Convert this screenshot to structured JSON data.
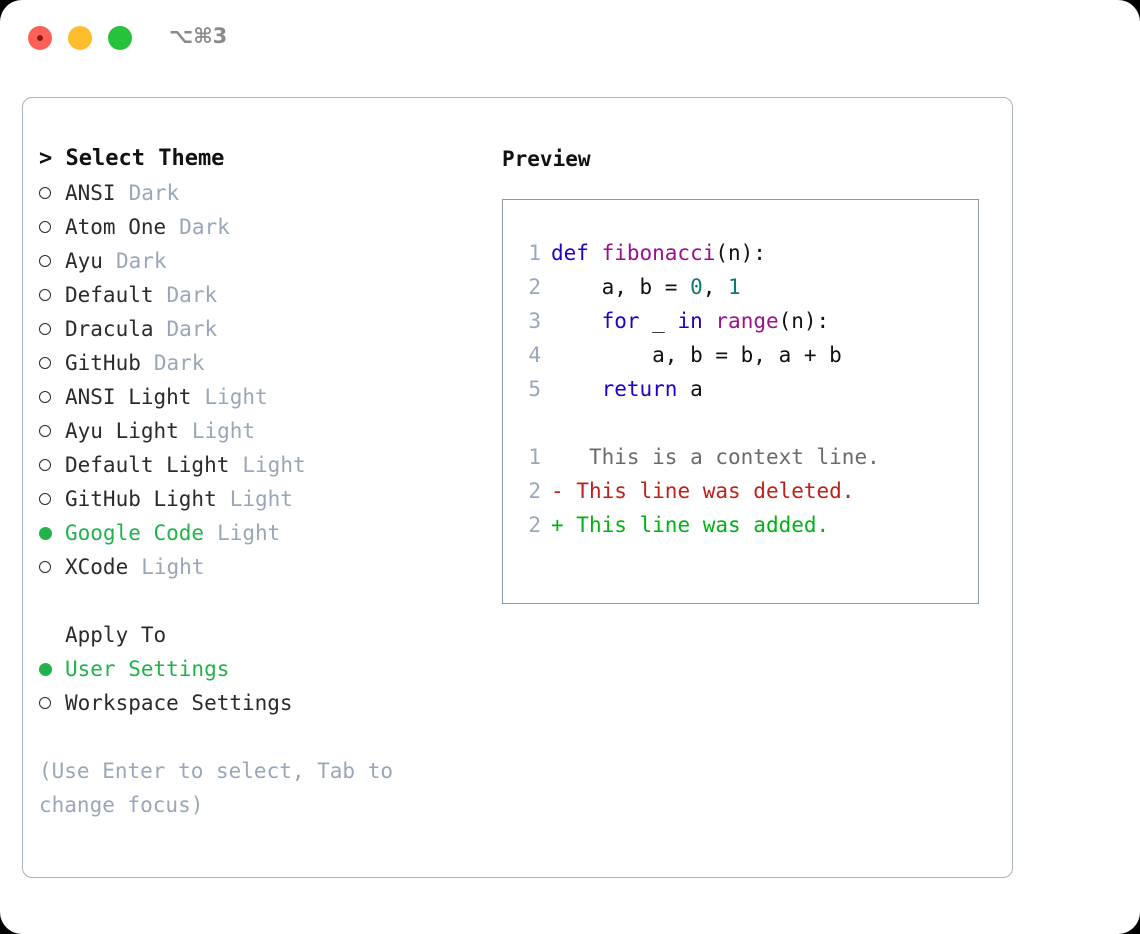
{
  "titlebar": {
    "shortcut": "⌥⌘3",
    "lights": [
      {
        "name": "close",
        "color": "#ff6159"
      },
      {
        "name": "minimize",
        "color": "#ffbd2e"
      },
      {
        "name": "zoom",
        "color": "#24c33b"
      }
    ]
  },
  "theme_picker": {
    "header": "> Select Theme",
    "items": [
      {
        "marker": "o",
        "label": "ANSI",
        "tag": "Dark",
        "selected": false
      },
      {
        "marker": "o",
        "label": "Atom One",
        "tag": "Dark",
        "selected": false
      },
      {
        "marker": "o",
        "label": "Ayu",
        "tag": "Dark",
        "selected": false
      },
      {
        "marker": "o",
        "label": "Default",
        "tag": "Dark",
        "selected": false
      },
      {
        "marker": "o",
        "label": "Dracula",
        "tag": "Dark",
        "selected": false
      },
      {
        "marker": "o",
        "label": "GitHub",
        "tag": "Dark",
        "selected": false
      },
      {
        "marker": "o",
        "label": "ANSI Light",
        "tag": "Light",
        "selected": false
      },
      {
        "marker": "o",
        "label": "Ayu Light",
        "tag": "Light",
        "selected": false
      },
      {
        "marker": "o",
        "label": "Default Light",
        "tag": "Light",
        "selected": false
      },
      {
        "marker": "o",
        "label": "GitHub Light",
        "tag": "Light",
        "selected": false
      },
      {
        "marker": "●",
        "label": "Google Code",
        "tag": "Light",
        "selected": true
      },
      {
        "marker": "o",
        "label": "XCode",
        "tag": "Light",
        "selected": false
      }
    ]
  },
  "apply_to": {
    "header": "Apply To",
    "items": [
      {
        "marker": "●",
        "label": "User Settings",
        "selected": true
      },
      {
        "marker": "o",
        "label": "Workspace Settings",
        "selected": false
      }
    ]
  },
  "hint": "(Use Enter to select, Tab to change focus)",
  "preview": {
    "title": "Preview",
    "code_lines": [
      {
        "n": "1",
        "tokens": [
          {
            "t": "def ",
            "k": "kw"
          },
          {
            "t": "fibonacci",
            "k": "fn"
          },
          {
            "t": "(n):",
            "k": "pun"
          }
        ]
      },
      {
        "n": "2",
        "tokens": [
          {
            "t": "    a, b = ",
            "k": "txt"
          },
          {
            "t": "0",
            "k": "num"
          },
          {
            "t": ", ",
            "k": "txt"
          },
          {
            "t": "1",
            "k": "num"
          }
        ]
      },
      {
        "n": "3",
        "tokens": [
          {
            "t": "    ",
            "k": "txt"
          },
          {
            "t": "for",
            "k": "kw"
          },
          {
            "t": " _ ",
            "k": "txt"
          },
          {
            "t": "in",
            "k": "kw"
          },
          {
            "t": " ",
            "k": "txt"
          },
          {
            "t": "range",
            "k": "fn"
          },
          {
            "t": "(n):",
            "k": "pun"
          }
        ]
      },
      {
        "n": "4",
        "tokens": [
          {
            "t": "        a, b = b, a + b",
            "k": "txt"
          }
        ]
      },
      {
        "n": "5",
        "tokens": [
          {
            "t": "    ",
            "k": "txt"
          },
          {
            "t": "return",
            "k": "kw"
          },
          {
            "t": " a",
            "k": "txt"
          }
        ]
      }
    ],
    "diff_lines": [
      {
        "n": "1",
        "sign": " ",
        "text": "  This is a context line.",
        "kind": "ctx"
      },
      {
        "n": "2",
        "sign": "-",
        "text": " This line was deleted.",
        "kind": "del"
      },
      {
        "n": "2",
        "sign": "+",
        "text": " This line was added.",
        "kind": "add"
      }
    ]
  },
  "colors": {
    "accent_green": "#22b24c",
    "muted": "#9aa7b8",
    "keyword": "#2200cc",
    "function": "#9b0f91",
    "number": "#0b7b74",
    "diff_delete": "#c0201a",
    "diff_add": "#00b215",
    "border": "#aab4c2"
  }
}
